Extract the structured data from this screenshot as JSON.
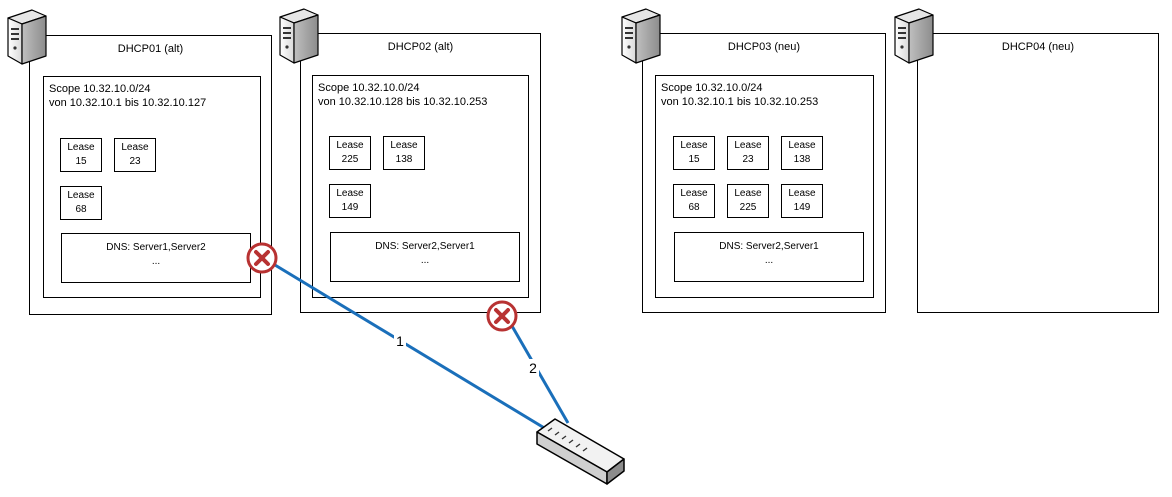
{
  "servers": [
    {
      "title": "DHCP01 (alt)",
      "scope": {
        "line1": "Scope 10.32.10.0/24",
        "line2": "von 10.32.10.1 bis 10.32.10.127"
      },
      "leases": [
        {
          "label": "Lease",
          "num": "15"
        },
        {
          "label": "Lease",
          "num": "23"
        },
        {
          "label": "Lease",
          "num": "68"
        }
      ],
      "dns": {
        "line1": "DNS: Server1,Server2",
        "line2": "..."
      }
    },
    {
      "title": "DHCP02 (alt)",
      "scope": {
        "line1": "Scope 10.32.10.0/24",
        "line2": "von 10.32.10.128 bis 10.32.10.253"
      },
      "leases": [
        {
          "label": "Lease",
          "num": "225"
        },
        {
          "label": "Lease",
          "num": "138"
        },
        {
          "label": "Lease",
          "num": "149"
        }
      ],
      "dns": {
        "line1": "DNS: Server2,Server1",
        "line2": "..."
      }
    },
    {
      "title": "DHCP03 (neu)",
      "scope": {
        "line1": "Scope 10.32.10.0/24",
        "line2": "von 10.32.10.1 bis 10.32.10.253"
      },
      "leases": [
        {
          "label": "Lease",
          "num": "15"
        },
        {
          "label": "Lease",
          "num": "23"
        },
        {
          "label": "Lease",
          "num": "138"
        },
        {
          "label": "Lease",
          "num": "68"
        },
        {
          "label": "Lease",
          "num": "225"
        },
        {
          "label": "Lease",
          "num": "149"
        }
      ],
      "dns": {
        "line1": "DNS: Server2,Server1",
        "line2": "..."
      }
    },
    {
      "title": "DHCP04 (neu)"
    }
  ],
  "connections": [
    {
      "label": "1"
    },
    {
      "label": "2"
    }
  ],
  "colors": {
    "link": "#1a6fba",
    "blocked": "#b83232",
    "border": "#000000"
  },
  "icons": {
    "server": "server-tower-icon",
    "switch": "network-switch-icon",
    "blocked": "blocked-x-icon"
  }
}
